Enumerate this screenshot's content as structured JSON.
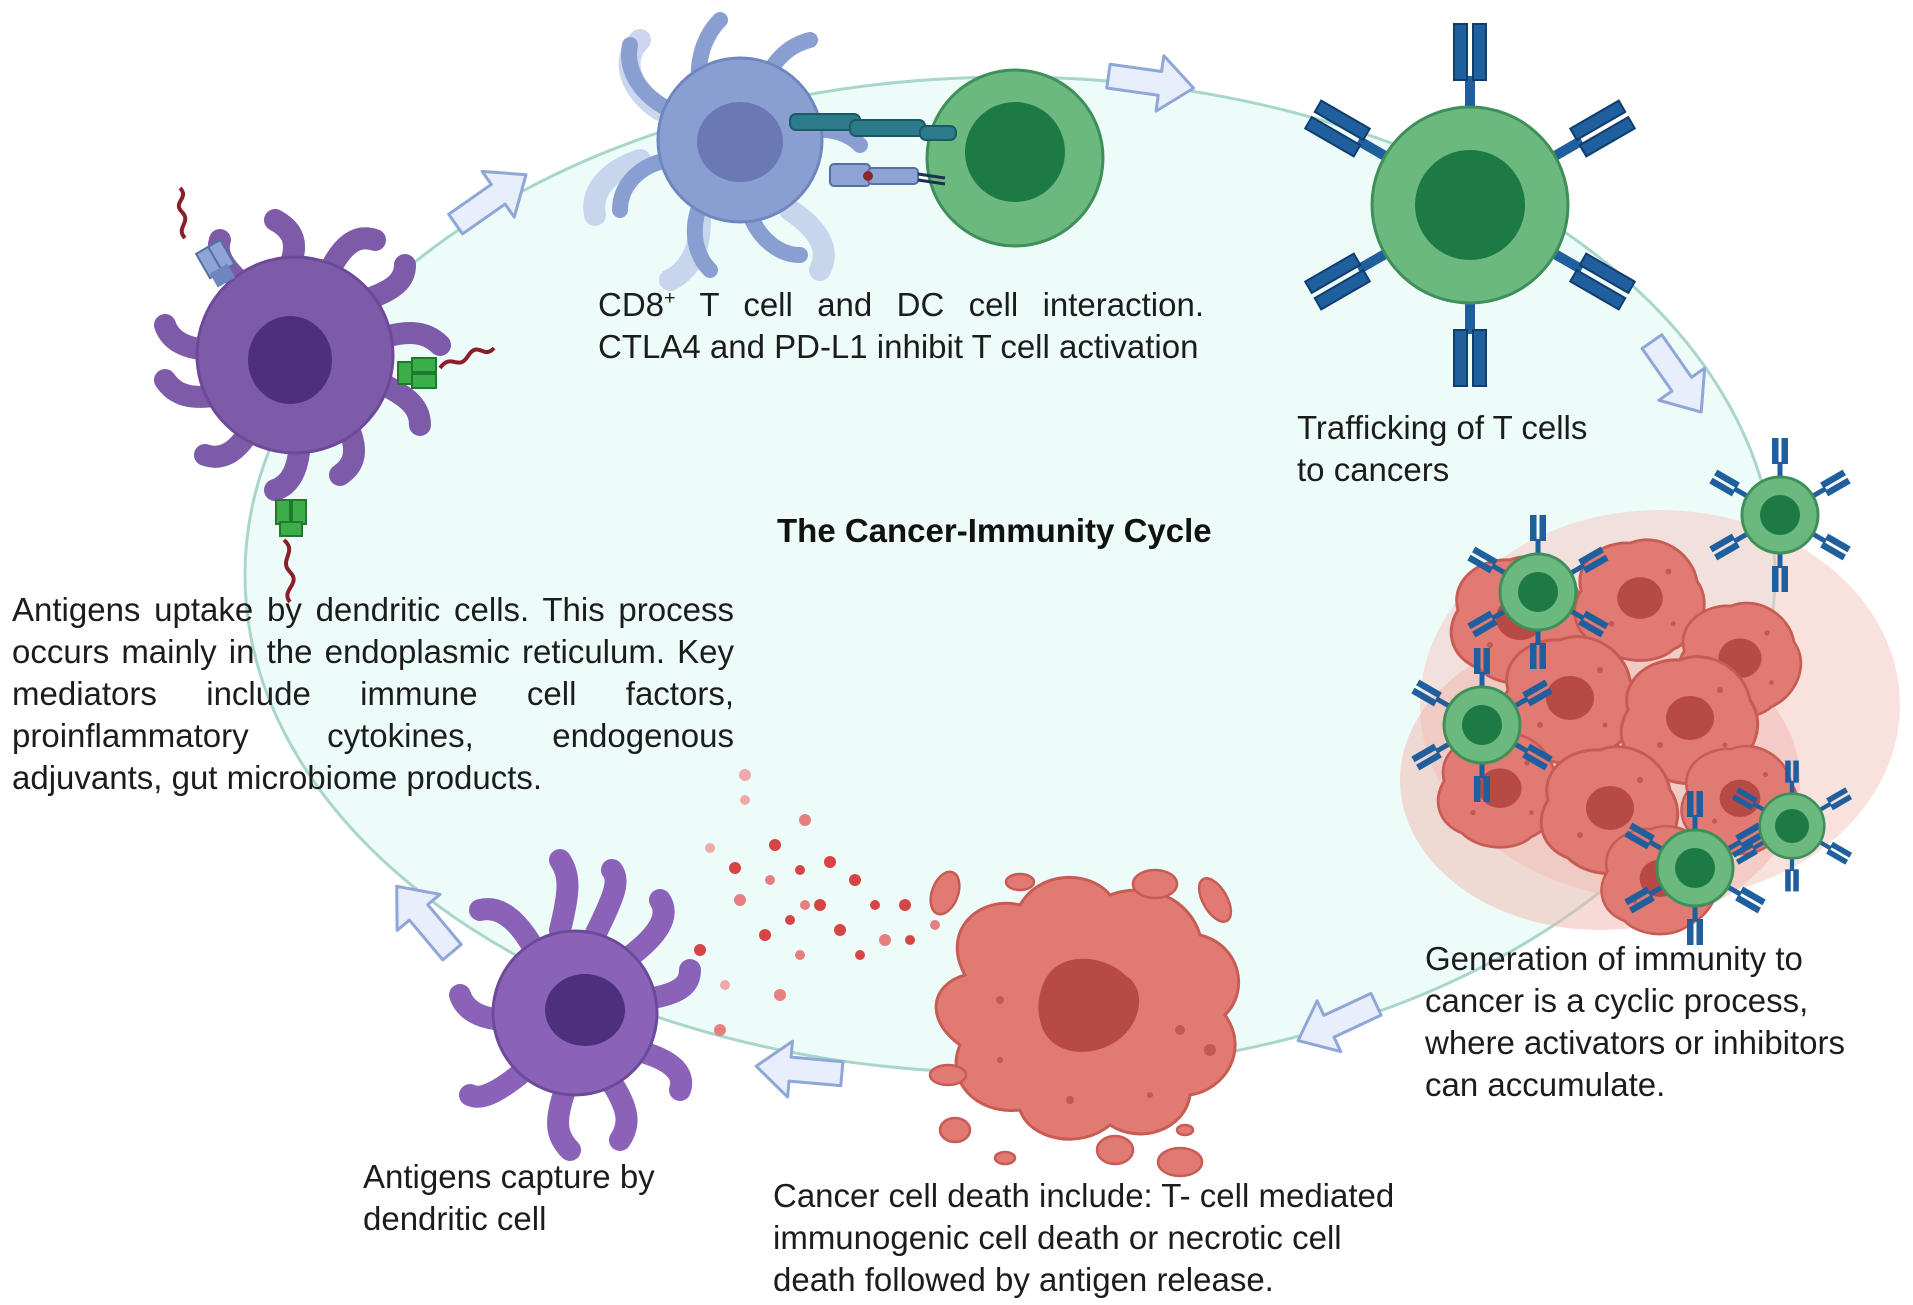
{
  "diagram": {
    "title": "The Cancer-Immunity Cycle",
    "steps": [
      {
        "id": "dc-interaction",
        "line1_pre": "CD8",
        "line1_sup": "+",
        "line1_post": " T cell and DC cell interaction. CTLA4 and PD-L1 inhibit T cell activation"
      },
      {
        "id": "trafficking",
        "text": "Trafficking of T cells\nto cancers"
      },
      {
        "id": "generation",
        "text": "Generation of immunity to\ncancer is a cyclic process,\nwhere activators or inhibitors\ncan accumulate."
      },
      {
        "id": "cell-death",
        "text": "Cancer cell death include: T- cell mediated\nimmunogenic cell death or  necrotic cell\ndeath followed by  antigen release."
      },
      {
        "id": "capture",
        "text": "Antigens capture by\ndendritic cell"
      },
      {
        "id": "uptake",
        "text": "Antigens uptake by dendritic cells. This process occurs mainly in the endoplasmic reticulum. Key mediators include immune cell factors, proinflammatory cytokines, endogenous adjuvants, gut microbiome products."
      }
    ]
  },
  "colors": {
    "cycle_fill": "#eefcf9",
    "cycle_stroke": "#a9d6cb",
    "arrow_fill": "#e8eefb",
    "arrow_stroke": "#8ea7d6",
    "t_cell": "#6bb97e",
    "t_cell_nucleus": "#1e7a45",
    "dendritic_cell": "#7d5ba8",
    "dendritic_nucleus": "#4d2f7c",
    "dc_blue": "#8a9fd1",
    "tumor": "#d96a63",
    "antibody": "#1f5f9e"
  }
}
